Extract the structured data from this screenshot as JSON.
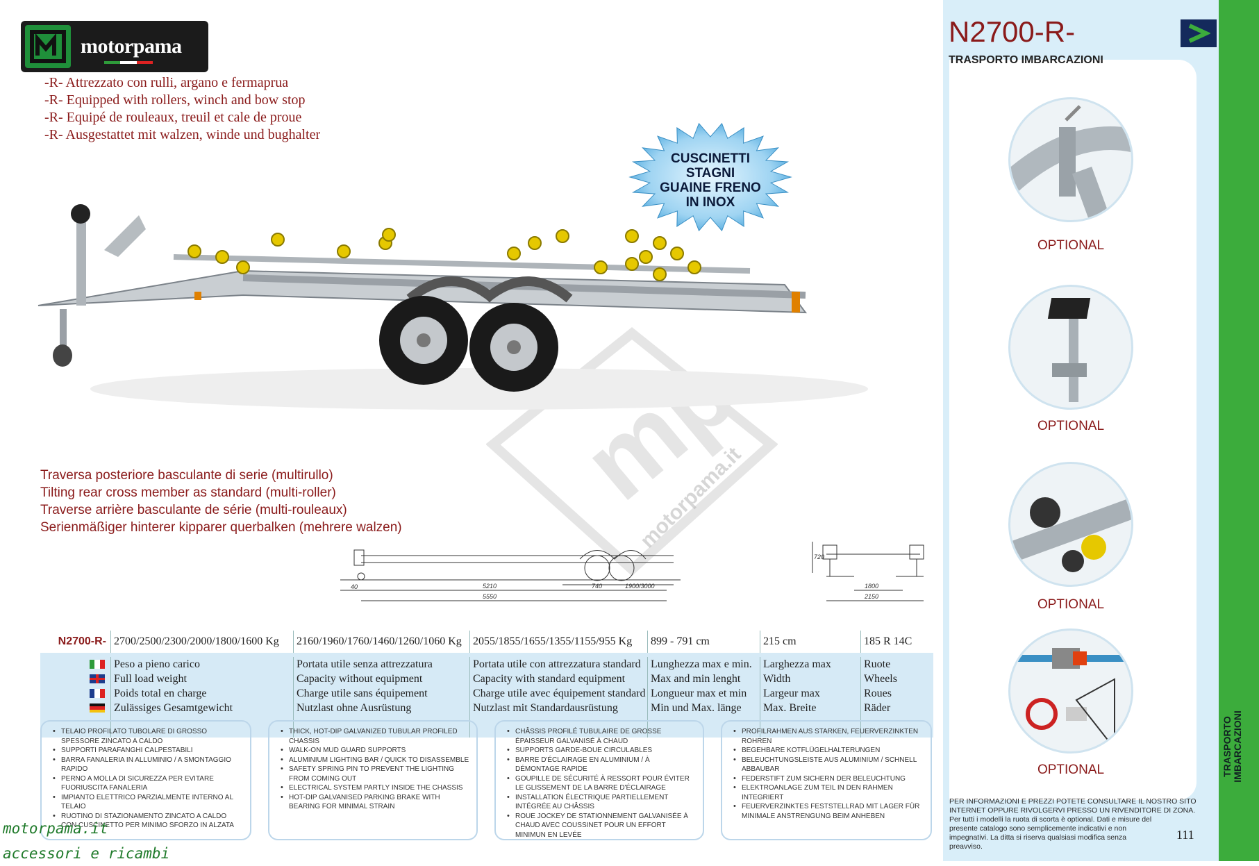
{
  "logo": {
    "text": "motorpama"
  },
  "features": [
    "-R- Attrezzato con rulli, argano e fermaprua",
    "-R- Equipped with rollers, winch and bow stop",
    "-R- Equipé de rouleaux, treuil et cale de proue",
    "-R- Ausgestattet mit walzen, winde und bughalter"
  ],
  "badge": {
    "lines": [
      "CUSCINETTI",
      "STAGNI",
      "GUAINE FRENO",
      "IN INOX"
    ]
  },
  "watermark": {
    "text": "motorpama.it"
  },
  "tilting": [
    "Traversa posteriore basculante di serie (multirullo)",
    "Tilting rear cross member as standard (multi-roller)",
    "Traverse arrière basculante de série (multi-rouleaux)",
    "Serienmäßiger hinterer kipparer querbalken (mehrere walzen)"
  ],
  "drawing": {
    "dims": [
      "5210",
      "5550",
      "740",
      "1900/3000",
      "720",
      "1800",
      "2150"
    ]
  },
  "specs": {
    "model": "N2700-R-",
    "values": [
      "2700/2500/2300/2000/1800/1600 Kg",
      "2160/1960/1760/1460/1260/1060 Kg",
      "2055/1855/1655/1355/1155/955 Kg",
      "899 - 791 cm",
      "215 cm",
      "185 R 14C"
    ],
    "labels": [
      [
        "Peso a pieno carico",
        "Full load weight",
        "Poids total en charge",
        "Zulässiges Gesamtgewicht"
      ],
      [
        "Portata utile senza attrezzatura",
        "Capacity without equipment",
        "Charge utile sans équipement",
        "Nutzlast ohne Ausrüstung"
      ],
      [
        "Portata utile con attrezzatura standard",
        "Capacity with standard equipment",
        "Charge utile avec équipement standard",
        "Nutzlast mit Standardausrüstung"
      ],
      [
        "Lunghezza max e min.",
        "Max and min lenght",
        "Longueur max et min",
        "Min und Max. länge"
      ],
      [
        "Larghezza max",
        "Width",
        "Largeur max",
        "Max. Breite"
      ],
      [
        "Ruote",
        "Wheels",
        "Roues",
        "Räder"
      ]
    ],
    "flag_colors": [
      [
        "#2e9b3a",
        "#ffffff",
        "#d22"
      ],
      [
        "#1c3c8c",
        "#ffffff",
        "#d22"
      ],
      [
        "#1c3c8c",
        "#ffffff",
        "#d22"
      ],
      [
        "#111111",
        "#d22",
        "#f4c20d"
      ]
    ]
  },
  "boxes": [
    [
      "Telaio profilato tubolare di grosso spessore zincato a caldo",
      "Supporti parafanghi calpestabili",
      "Barra fanaleria in alluminio / a smontaggio rapido",
      "Perno a molla di sicurezza per evitare fuoriuscita fanaleria",
      "Impianto elettrico parzialmente interno al telaio",
      "Ruotino di stazionamento zincato a caldo con cuscinetto per minimo sforzo in alzata"
    ],
    [
      "Thick, hot-dip galvanized tubular profiled chassis",
      "Walk-on mud guard supports",
      "Aluminium lighting bar / quick to disassemble",
      "Safety spring pin to prevent the lighting from coming out",
      "Electrical system partly inside the chassis",
      "Hot-dip galvanised parking brake with bearing for minimal strain"
    ],
    [
      "Châssis profilé tubulaire de grosse épaisseur galvanisé à chaud",
      "Supports garde-boue circulables",
      "Barre d'éclairage en aluminium / à démontage rapide",
      "Goupille de sécurité à ressort pour éviter le glissement de la Barre d'éclairage",
      "Installation électrique partiellement intégrée au châssis",
      "Roue jockey de stationnement galvanisée à chaud avec coussinet pour un effort minimun en levée"
    ],
    [
      "Profilrahmen aus starken, feuerverzinkten rohren",
      "Begehbare Kotflügelhalterungen",
      "Beleuchtungsleiste aus aluminium / schnell abbaubar",
      "Federstift zum sichern der beleuchtung",
      "Elektroanlage zum teil in den rahmen integriert",
      "Feuerverzinktes feststellrad mit lager für minimale anstrengung beim anheben"
    ]
  ],
  "footer_watermark": [
    "motorpama.it",
    "accessori e ricambi"
  ],
  "sidebar": {
    "model_title": "N2700-R-",
    "category": "TRASPORTO IMBARCAZIONI",
    "optional_label": "OPTIONAL",
    "vertical_label": [
      "TRASPORTO",
      "IMBARCAZIONI"
    ],
    "info_upper": "PER INFORMAZIONI E PREZZI POTETE CONSULTARE IL NOSTRO SITO INTERNET OPPURE RIVOLGERVI PRESSO UN RIVENDITORE DI ZONA.",
    "info_lower": "Per tutti i modelli la ruota di scorta è optional. Dati e misure del presente catalogo sono semplicemente indicativi e non impegnativi. La ditta si riserva qualsiasi modifica senza preavviso.",
    "page_number": "111"
  },
  "colors": {
    "accent_red": "#8a1a1a",
    "sidebar_blue": "#d9eef9",
    "green": "#3cac3c",
    "navy": "#142a5c"
  }
}
